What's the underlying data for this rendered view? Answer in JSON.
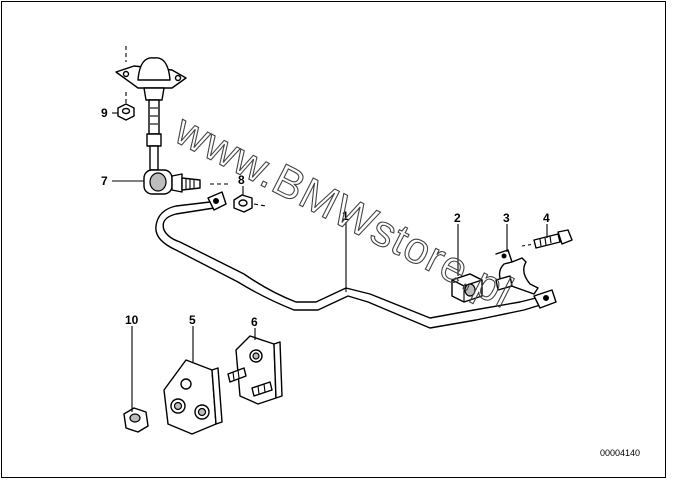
{
  "watermark": "www.BMWstore.pl",
  "reference_number": "00004140",
  "callouts": [
    {
      "id": "1",
      "label": "1"
    },
    {
      "id": "2",
      "label": "2"
    },
    {
      "id": "3",
      "label": "3"
    },
    {
      "id": "4",
      "label": "4"
    },
    {
      "id": "5",
      "label": "5"
    },
    {
      "id": "6",
      "label": "6"
    },
    {
      "id": "7",
      "label": "7"
    },
    {
      "id": "8",
      "label": "8"
    },
    {
      "id": "9",
      "label": "9"
    },
    {
      "id": "10",
      "label": "10"
    }
  ],
  "colors": {
    "line": "#000000",
    "background": "#ffffff",
    "watermark": "#444444"
  }
}
